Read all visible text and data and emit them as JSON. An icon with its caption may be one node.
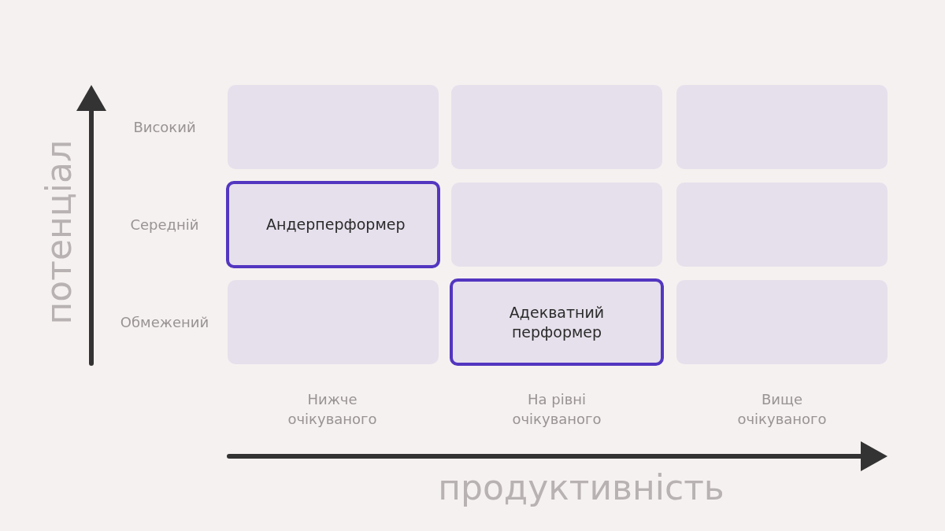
{
  "diagram": {
    "nodes": [
      {
        "text": [],
        "shape": "box"
      },
      {
        "text": [],
        "shape": "box"
      },
      {
        "text": [],
        "shape": "box"
      },
      {
        "text": [
          "Андерперформер"
        ]
      },
      {
        "text": [],
        "shape": "box"
      },
      {
        "text": [],
        "shape": "box"
      },
      {
        "text": [],
        "shape": "box"
      },
      {
        "text": [
          "Адекватний перформер"
        ]
      },
      {
        "text": [],
        "shape": "box"
      }
    ],
    "labels": [
      "потенціал",
      "Високий",
      "Середній",
      "Обмежений",
      "Нижче очікуваного",
      "На рівні очікуваного",
      "Вище очікуваного",
      "продуктивність"
    ]
  }
}
